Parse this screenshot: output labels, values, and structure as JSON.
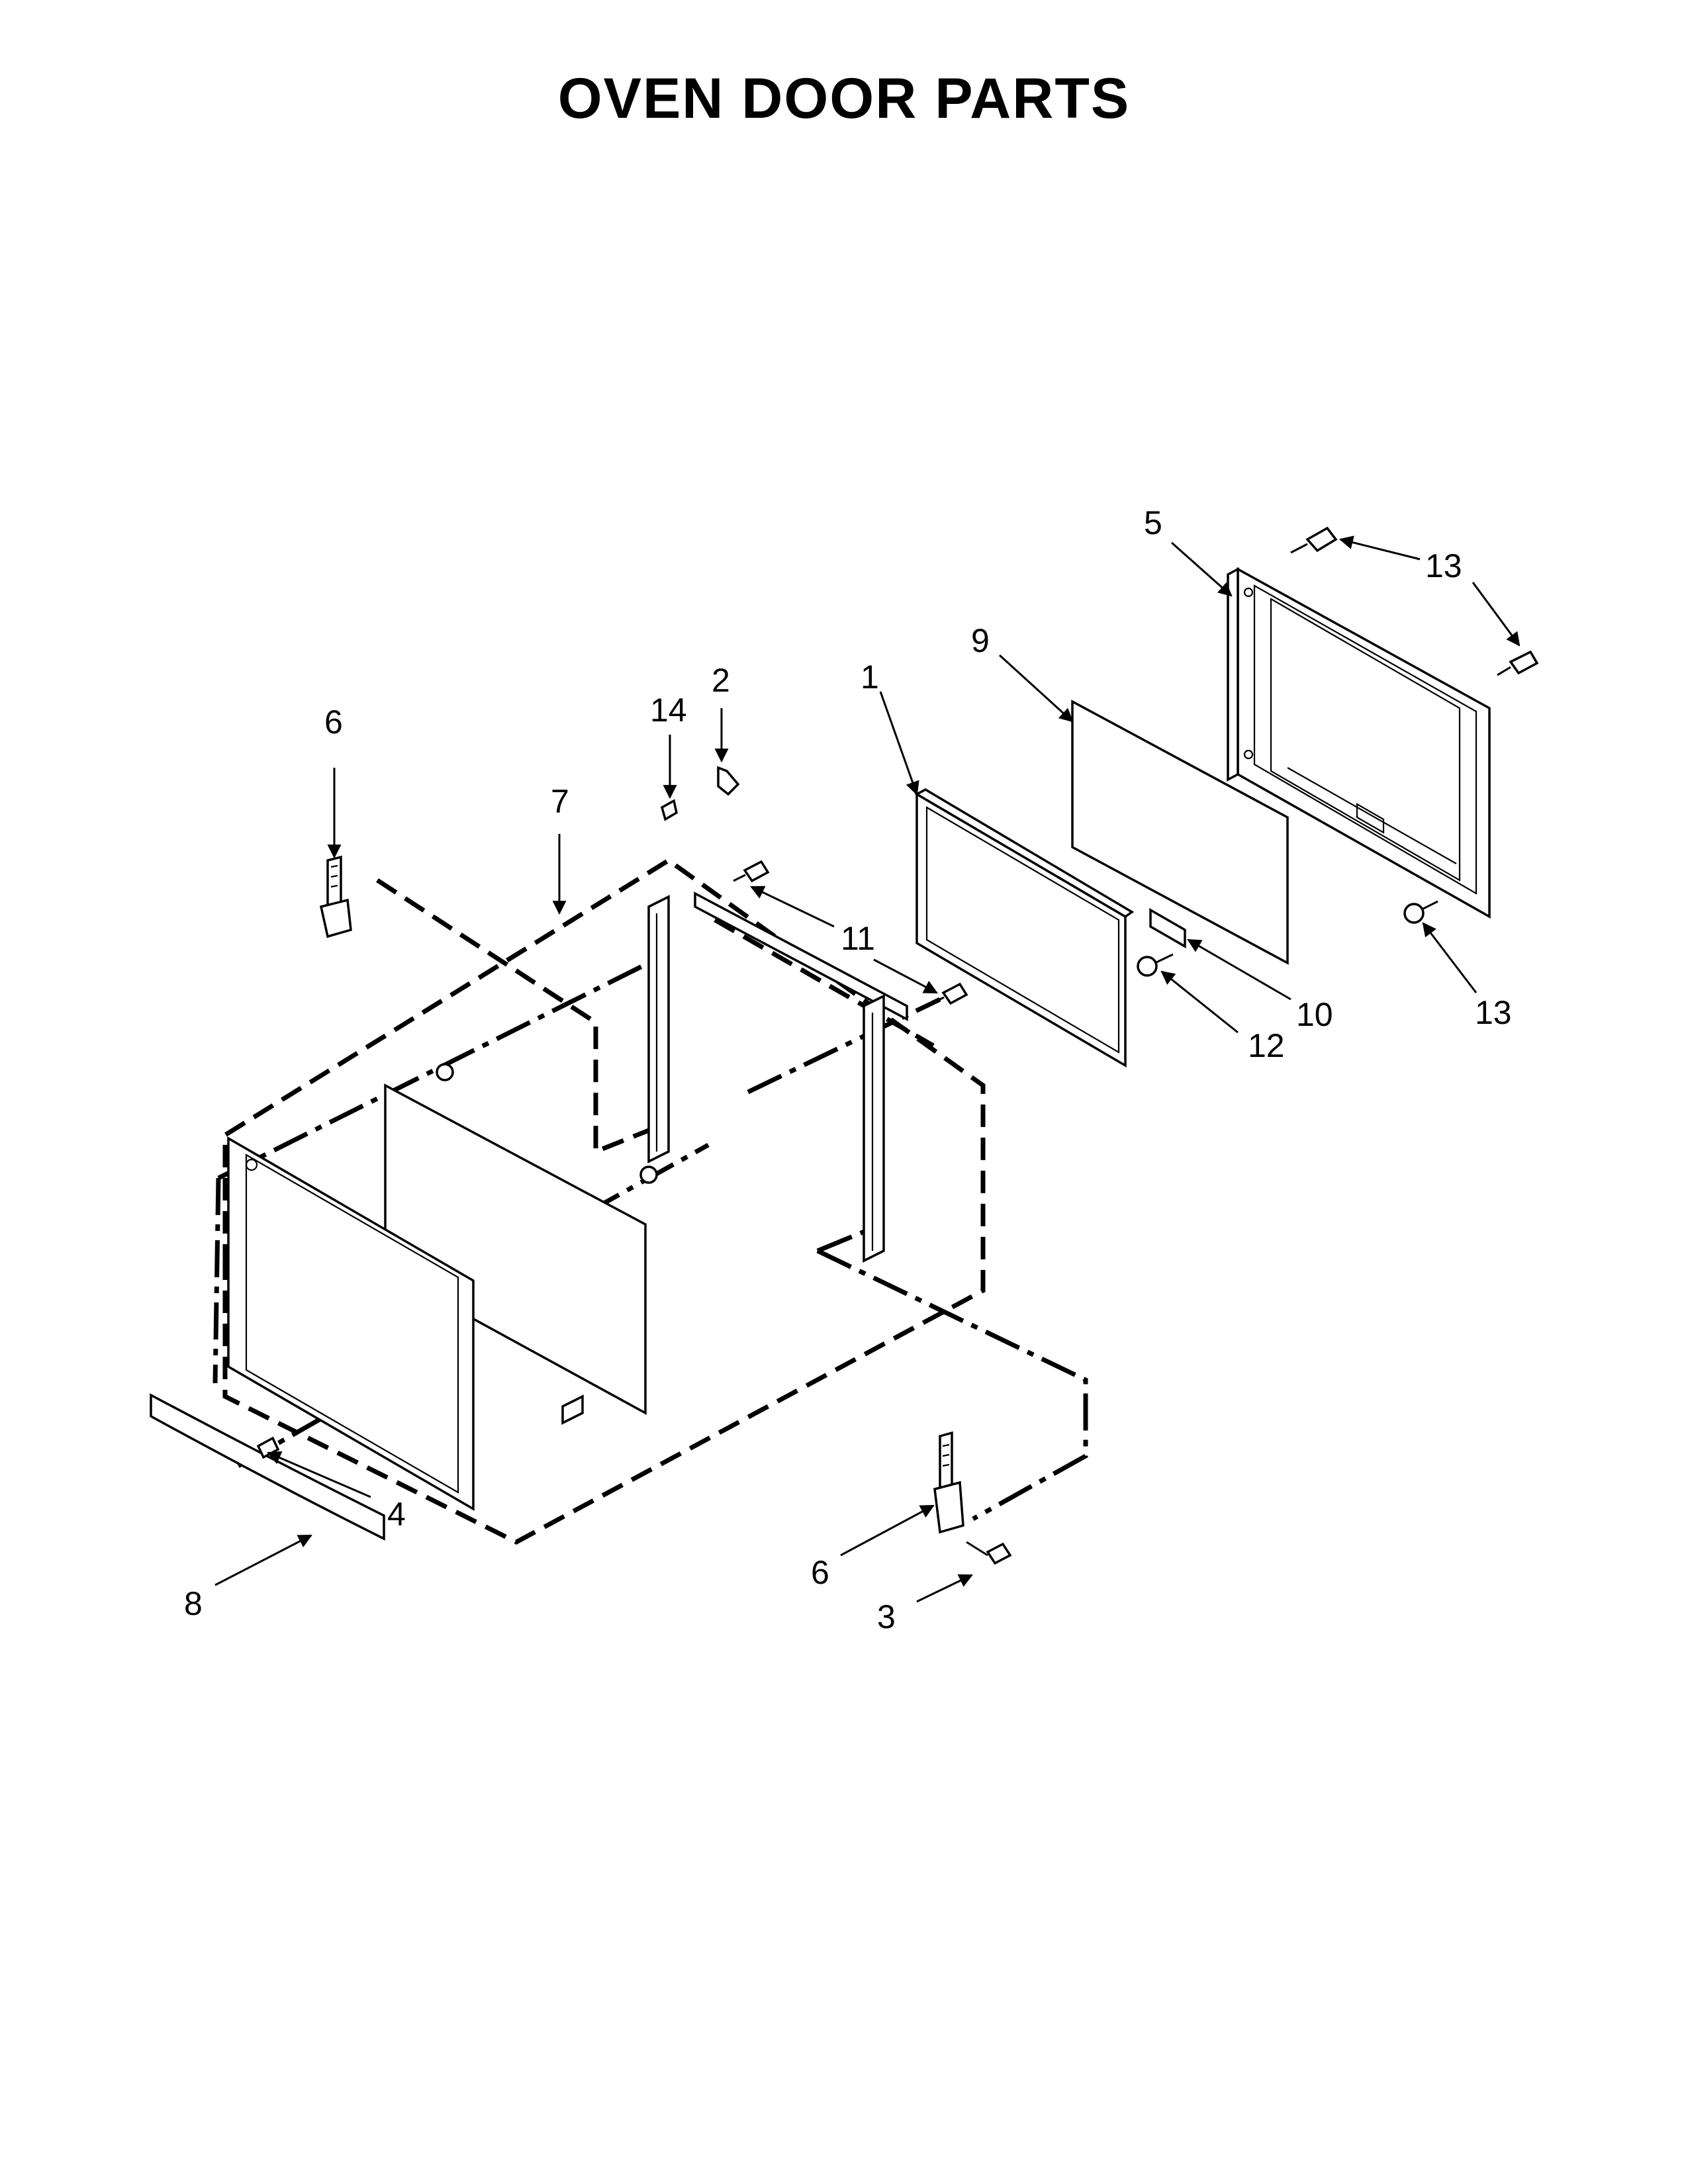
{
  "title": "OVEN DOOR PARTS",
  "callouts": [
    {
      "id": "c1",
      "label": "1"
    },
    {
      "id": "c2",
      "label": "2"
    },
    {
      "id": "c3",
      "label": "3"
    },
    {
      "id": "c4",
      "label": "4"
    },
    {
      "id": "c5",
      "label": "5"
    },
    {
      "id": "c6a",
      "label": "6"
    },
    {
      "id": "c6b",
      "label": "6"
    },
    {
      "id": "c7",
      "label": "7"
    },
    {
      "id": "c8",
      "label": "8"
    },
    {
      "id": "c9",
      "label": "9"
    },
    {
      "id": "c10",
      "label": "10"
    },
    {
      "id": "c11",
      "label": "11"
    },
    {
      "id": "c12",
      "label": "12"
    },
    {
      "id": "c13a",
      "label": "13"
    },
    {
      "id": "c13b",
      "label": "13"
    },
    {
      "id": "c14",
      "label": "14"
    }
  ]
}
